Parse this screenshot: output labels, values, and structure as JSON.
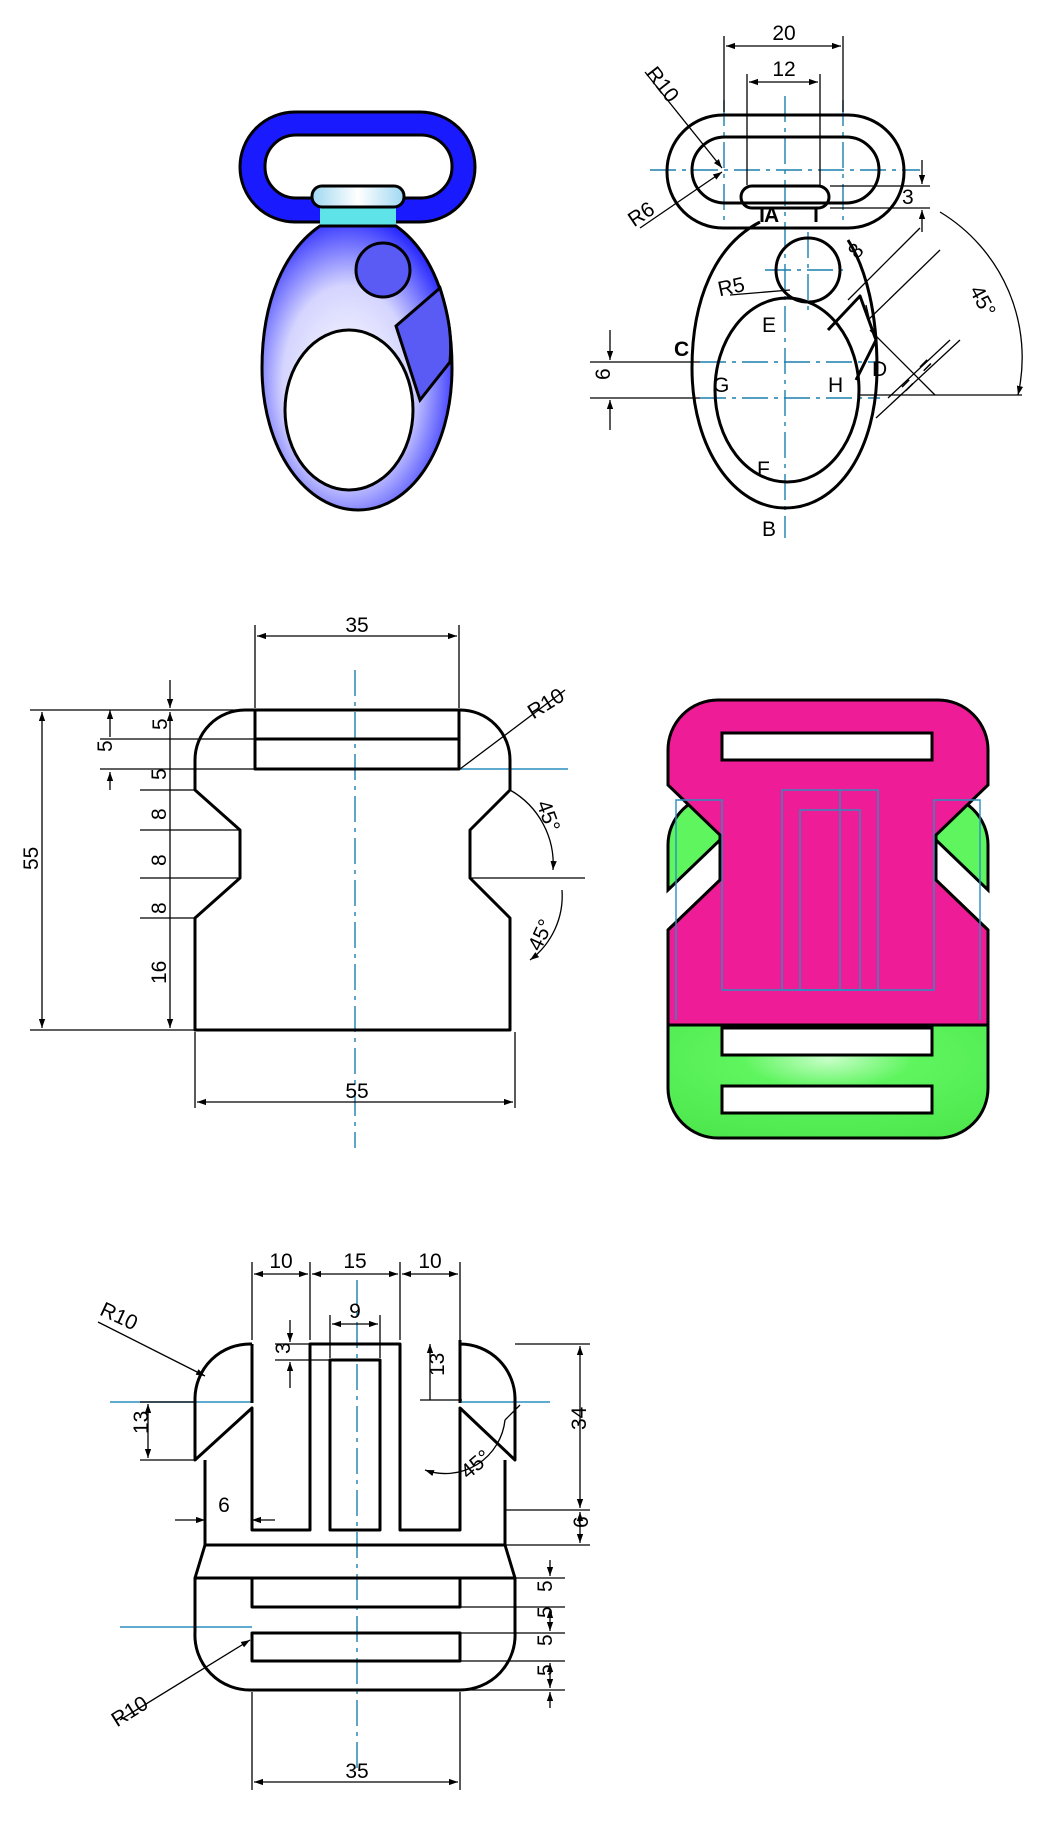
{
  "top_right": {
    "dims": {
      "d20": "20",
      "d12": "12",
      "r10": "R10",
      "r6": "R6",
      "d3": "3",
      "d8": "8",
      "r5": "R5",
      "d45": "45°",
      "d6": "6",
      "eq1": "=",
      "eq2": "="
    },
    "points": {
      "A": "A",
      "B": "B",
      "C": "C",
      "D": "D",
      "E": "E",
      "F": "F",
      "G": "G",
      "H": "H"
    }
  },
  "middle_left": {
    "dims": {
      "d35": "35",
      "d55h": "55",
      "d55v": "55",
      "r10": "R10",
      "d5a": "5",
      "d5b": "5",
      "d5c": "5",
      "d8a": "8",
      "d8b": "8",
      "d8c": "8",
      "d16": "16",
      "a45a": "45°",
      "a45b": "45°"
    }
  },
  "bottom_left": {
    "dims": {
      "d10a": "10",
      "d15": "15",
      "d10b": "10",
      "d9": "9",
      "d3": "3",
      "d13a": "13",
      "d13b": "13",
      "d34": "34",
      "d6a": "6",
      "d6b": "6",
      "d5a": "5",
      "d5b": "5",
      "d5c": "5",
      "d5d": "5",
      "d35": "35",
      "r10a": "R10",
      "r10b": "R10",
      "a45": "45°"
    }
  },
  "colors": {
    "blue": "#1a1aff",
    "pink": "#ee1c96",
    "green": "#5ff55f",
    "cyan": "#5ee3e8",
    "center": "#1b7fae"
  }
}
